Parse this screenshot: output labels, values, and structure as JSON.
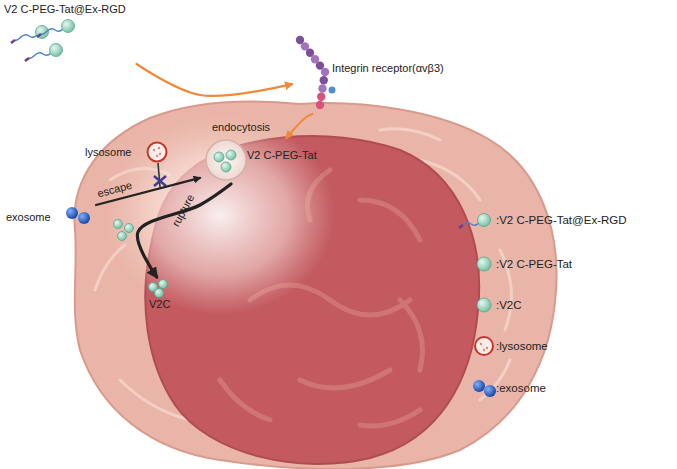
{
  "diagram": {
    "nodes": [
      {
        "text": [
          "V2 C-PEG-Tat@Ex-RGD"
        ]
      },
      {
        "text": [
          "Integrin receptor(αvβ3)"
        ]
      },
      {
        "text": [
          "lysosome"
        ]
      },
      {
        "text": [
          "V2 C-PEG-Tat"
        ]
      },
      {
        "text": [
          "exosome"
        ]
      },
      {
        "text": [
          "V2C"
        ]
      }
    ],
    "edges": [
      {
        "from": 0,
        "to": 1,
        "arrow": "to"
      },
      {
        "from": 1,
        "to": 3,
        "label": "endocytosis",
        "arrow": "to"
      },
      {
        "from": 4,
        "to": 3,
        "label": "escape",
        "arrow": "to"
      },
      {
        "from": 3,
        "to": 5,
        "label": "rupture",
        "arrow": "to"
      }
    ],
    "legend": [
      {
        "text": ":V2 C-PEG-Tat@Ex-RGD"
      },
      {
        "text": ":V2 C-PEG-Tat"
      },
      {
        "text": ":V2C"
      },
      {
        "text": ":lysosome"
      },
      {
        "text": ":exosome"
      }
    ]
  }
}
